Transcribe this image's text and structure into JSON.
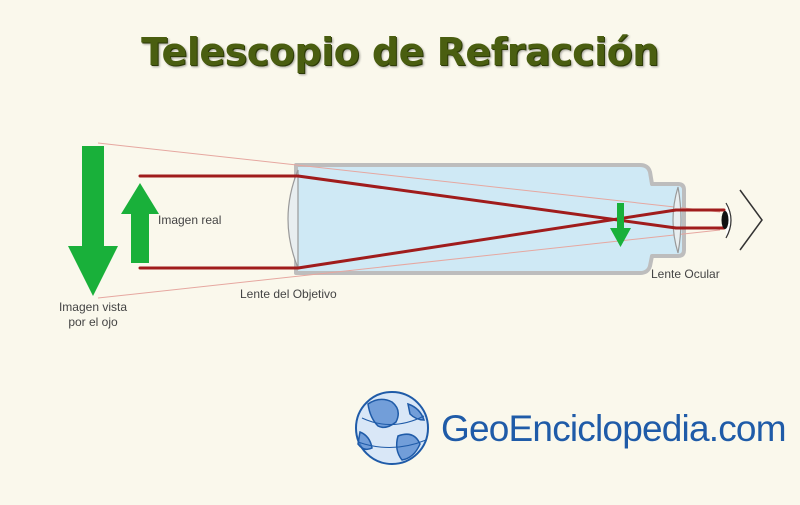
{
  "title": "Telescopio de Refracción",
  "labels": {
    "imagen_vista_line1": "Imagen vista",
    "imagen_vista_line2": "por el ojo",
    "imagen_real": "Imagen real",
    "lente_objetivo": "Lente del Objetivo",
    "lente_ocular": "Lente Ocular"
  },
  "brand": {
    "text": "GeoEnciclopedia.com",
    "logo_icon": "globe-icon"
  },
  "colors": {
    "background": "#faf8ec",
    "title": "#4a5e10",
    "ray": "#a01c1c",
    "arrow": "#19b03a",
    "tube_fill": "#cfe9f5",
    "tube_stroke": "#bdbdbd",
    "brand": "#1f5ba8"
  }
}
